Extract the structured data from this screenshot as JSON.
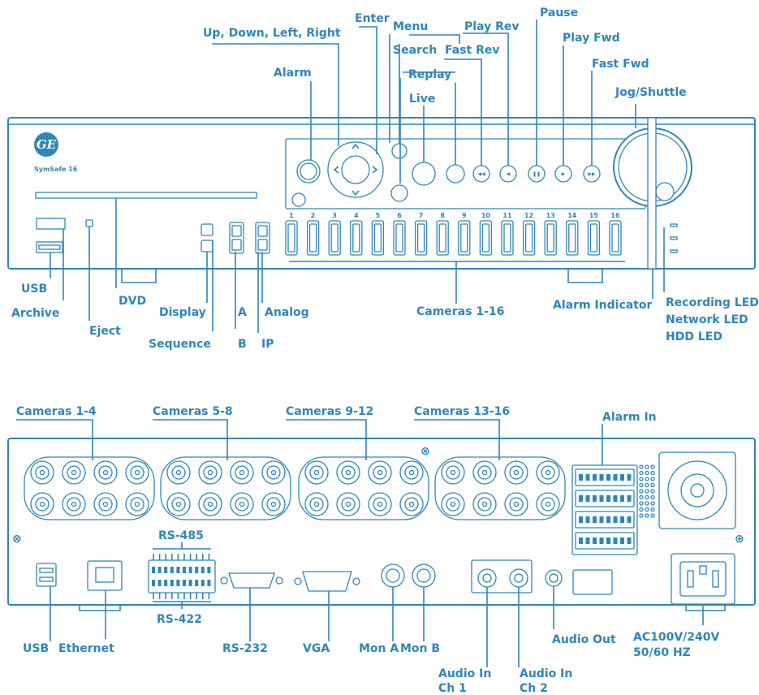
{
  "front": {
    "logo_text": "SymSafe 16",
    "camera_numbers": [
      "1",
      "2",
      "3",
      "4",
      "5",
      "6",
      "7",
      "8",
      "9",
      "10",
      "11",
      "12",
      "13",
      "14",
      "15",
      "16"
    ],
    "labels": {
      "up_down": "Up, Down, Left, Right",
      "enter": "Enter",
      "menu": "Menu",
      "play_rev": "Play Rev",
      "pause": "Pause",
      "alarm": "Alarm",
      "search": "Search",
      "fast_rev": "Fast Rev",
      "play_fwd": "Play Fwd",
      "replay": "Replay",
      "fast_fwd": "Fast Fwd",
      "live": "Live",
      "jog": "Jog/Shuttle",
      "usb": "USB",
      "archive": "Archive",
      "dvd": "DVD",
      "eject": "Eject",
      "display": "Display",
      "sequence": "Sequence",
      "a": "A",
      "b": "B",
      "analog": "Analog",
      "ip": "IP",
      "cameras": "Cameras 1-16",
      "alarm_indicator": "Alarm Indicator",
      "recording_led": "Recording LED",
      "network_led": "Network LED",
      "hdd_led": "HDD LED"
    }
  },
  "rear": {
    "labels": {
      "cam_1_4": "Cameras 1-4",
      "cam_5_8": "Cameras 5-8",
      "cam_9_12": "Cameras 9-12",
      "cam_13_16": "Cameras 13-16",
      "alarm_in": "Alarm In",
      "rs485": "RS-485",
      "rs422": "RS-422",
      "usb": "USB",
      "ethernet": "Ethernet",
      "rs232": "RS-232",
      "vga": "VGA",
      "mon_a": "Mon A",
      "mon_b": "Mon B",
      "audio_in_1_l1": "Audio In",
      "audio_in_1_l2": "Ch 1",
      "audio_in_2_l1": "Audio In",
      "audio_in_2_l2": "Ch 2",
      "audio_out": "Audio Out",
      "ac_l1": "AC100V/240V",
      "ac_l2": "50/60 HZ"
    }
  },
  "colors": {
    "line": "#2f86b8",
    "background": "#ffffff"
  }
}
